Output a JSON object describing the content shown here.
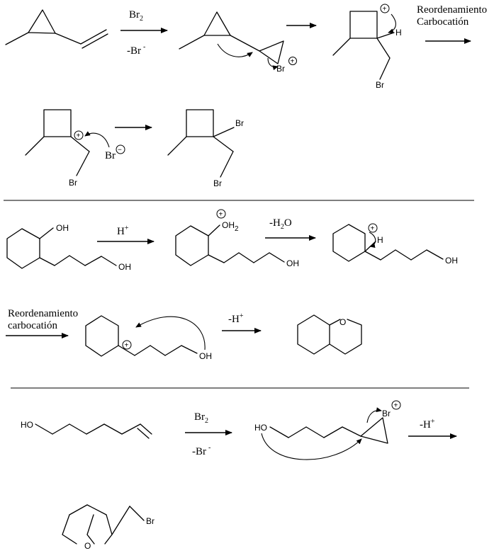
{
  "scheme1": {
    "step1_reagent_main": "Br",
    "step1_reagent_sub": "2",
    "step1_byproduct": "-Br",
    "step1_byproduct_charge": "-",
    "bromonium_label": "Br",
    "intermediate_H": "H",
    "intermediate_Br": "Br",
    "rearr_label_line1": "Reordenamiento",
    "rearr_label_line2": "Carbocatión",
    "bromide_label": "Br",
    "cation_Br": "Br",
    "product_Br1": "Br",
    "product_Br2": "Br"
  },
  "scheme2": {
    "sm_OH1": "OH",
    "sm_OH2": "OH",
    "step1_reagent_main": "H",
    "step1_reagent_charge": "+",
    "oxonium_main": "OH",
    "oxonium_sub": "2",
    "int1_OH": "OH",
    "step2_reagent_main": "-H",
    "step2_reagent_sub": "2",
    "step2_reagent_end": "O",
    "int2_H": "H",
    "int2_OH": "OH",
    "rearr_label_line1": "Reordenamiento",
    "rearr_label_line2": "carbocatión",
    "int3_OH": "OH",
    "step3_reagent_main": "-H",
    "step3_reagent_charge": "+",
    "product_O": "O"
  },
  "scheme3": {
    "sm_HO": "HO",
    "reagent_main": "Br",
    "reagent_sub": "2",
    "byproduct": "-Br",
    "byproduct_charge": "-",
    "int_HO": "HO",
    "int_Br": "Br",
    "step2_reagent_main": "-H",
    "step2_reagent_charge": "+",
    "product_Br": "Br",
    "product_O": "O"
  },
  "charges": {
    "plus": "+",
    "minus": "−"
  }
}
